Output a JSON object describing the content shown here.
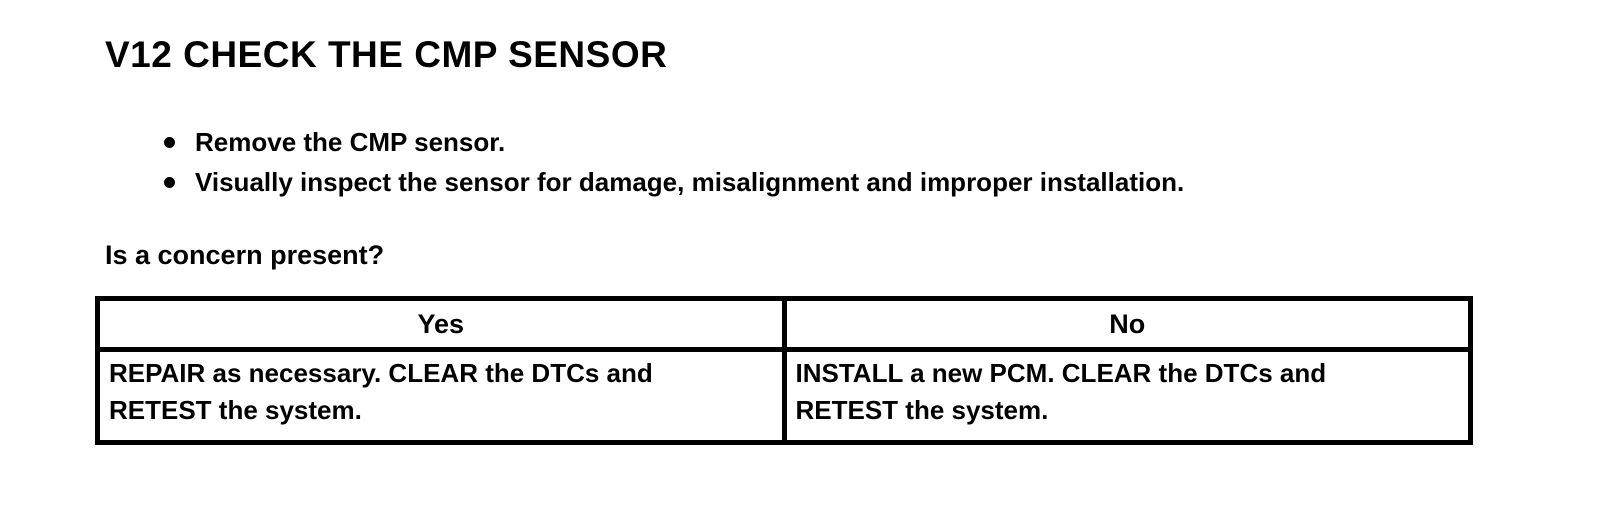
{
  "doc": {
    "title": "V12 CHECK THE CMP SENSOR",
    "bullets": [
      "Remove the CMP sensor.",
      "Visually inspect the sensor for damage, misalignment and improper installation."
    ],
    "question": "Is a concern present?",
    "decision_table": {
      "columns": [
        {
          "header": "Yes",
          "action": "REPAIR as necessary. CLEAR the DTCs and RETEST the system."
        },
        {
          "header": "No",
          "action": "INSTALL a new PCM. CLEAR the DTCs and RETEST the system."
        }
      ]
    },
    "colors": {
      "background": "#ffffff",
      "text": "#000000",
      "table_border": "#000000"
    }
  }
}
